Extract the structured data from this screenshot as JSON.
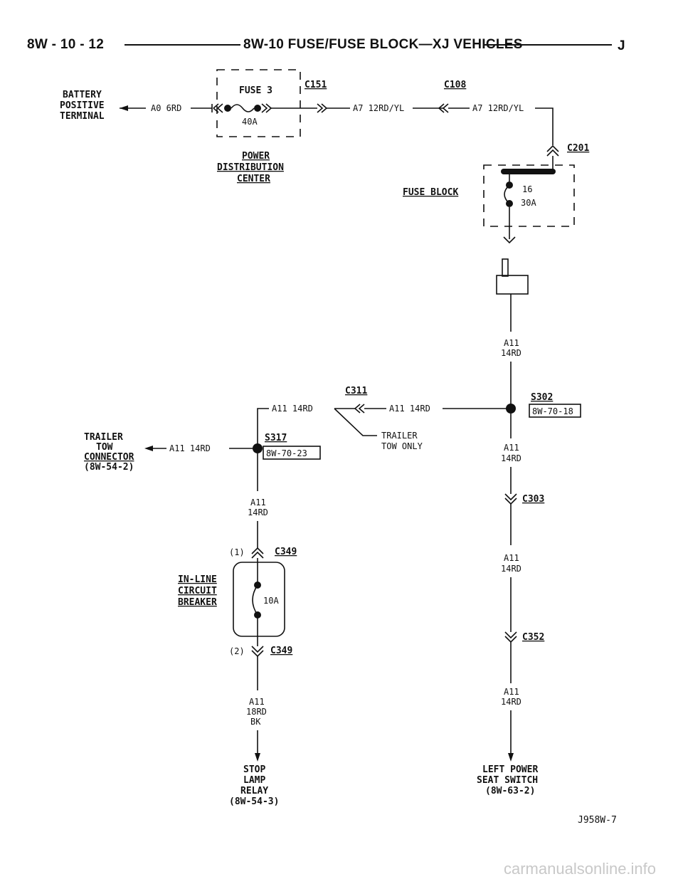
{
  "header": {
    "page_number": "8W - 10 - 12",
    "title": "8W-10 FUSE/FUSE BLOCK—XJ VEHICLES",
    "section_letter": "J"
  },
  "battery": {
    "line1": "BATTERY",
    "line2": "POSITIVE",
    "line3": "TERMINAL"
  },
  "wires": {
    "a0": "A0 6RD",
    "a7_left": "A7 12RD/YL",
    "a7_right": "A7 12RD/YL",
    "a11_top_l1": "A11",
    "a11_top_l2": "14RD",
    "c311_left": "A11 14RD",
    "c311_right": "A11 14RD",
    "trailer_wire": "A11 14RD",
    "a11_s317_l1": "A11",
    "a11_s317_l2": "14RD",
    "a11_s302_l1": "A11",
    "a11_s302_l2": "14RD",
    "a11_c303_l1": "A11",
    "a11_c303_l2": "14RD",
    "a11_c352_l1": "A11",
    "a11_c352_l2": "14RD",
    "a11_bottom_l1": "A11",
    "a11_bottom_l2": "18RD",
    "a11_bottom_l3": "BK"
  },
  "pdc": {
    "fuse_name": "FUSE 3",
    "fuse_rating": "40A",
    "line1": "POWER",
    "line2": "DISTRIBUTION",
    "line3": "CENTER"
  },
  "connectors": {
    "c151": "C151",
    "c108": "C108",
    "c201": "C201",
    "c311": "C311",
    "c303": "C303",
    "c349_top": "C349",
    "c349_bottom": "C349",
    "c352": "C352",
    "pin1": "(1)",
    "pin2": "(2)"
  },
  "fuse_block": {
    "label": "FUSE BLOCK",
    "fuse_number": "16",
    "fuse_rating": "30A"
  },
  "splices": {
    "s302": "S302",
    "s302_ref": "8W-70-18",
    "s317": "S317",
    "s317_ref": "8W-70-23"
  },
  "trailer_note": {
    "line1": "TRAILER",
    "line2": "TOW ONLY"
  },
  "trailer_connector": {
    "line1": "TRAILER",
    "line2": "TOW",
    "line3": "CONNECTOR",
    "line4": "(8W-54-2)"
  },
  "breaker": {
    "line1": "IN-LINE",
    "line2": "CIRCUIT",
    "line3": "BREAKER",
    "rating": "10A"
  },
  "stop_lamp": {
    "line1": "STOP",
    "line2": "LAMP",
    "line3": "RELAY",
    "line4": "(8W-54-3)"
  },
  "seat_switch": {
    "line1": "LEFT POWER",
    "line2": "SEAT SWITCH",
    "line3": "(8W-63-2)"
  },
  "figure_id": "J958W-7",
  "watermark": "carmanualsonline.info"
}
